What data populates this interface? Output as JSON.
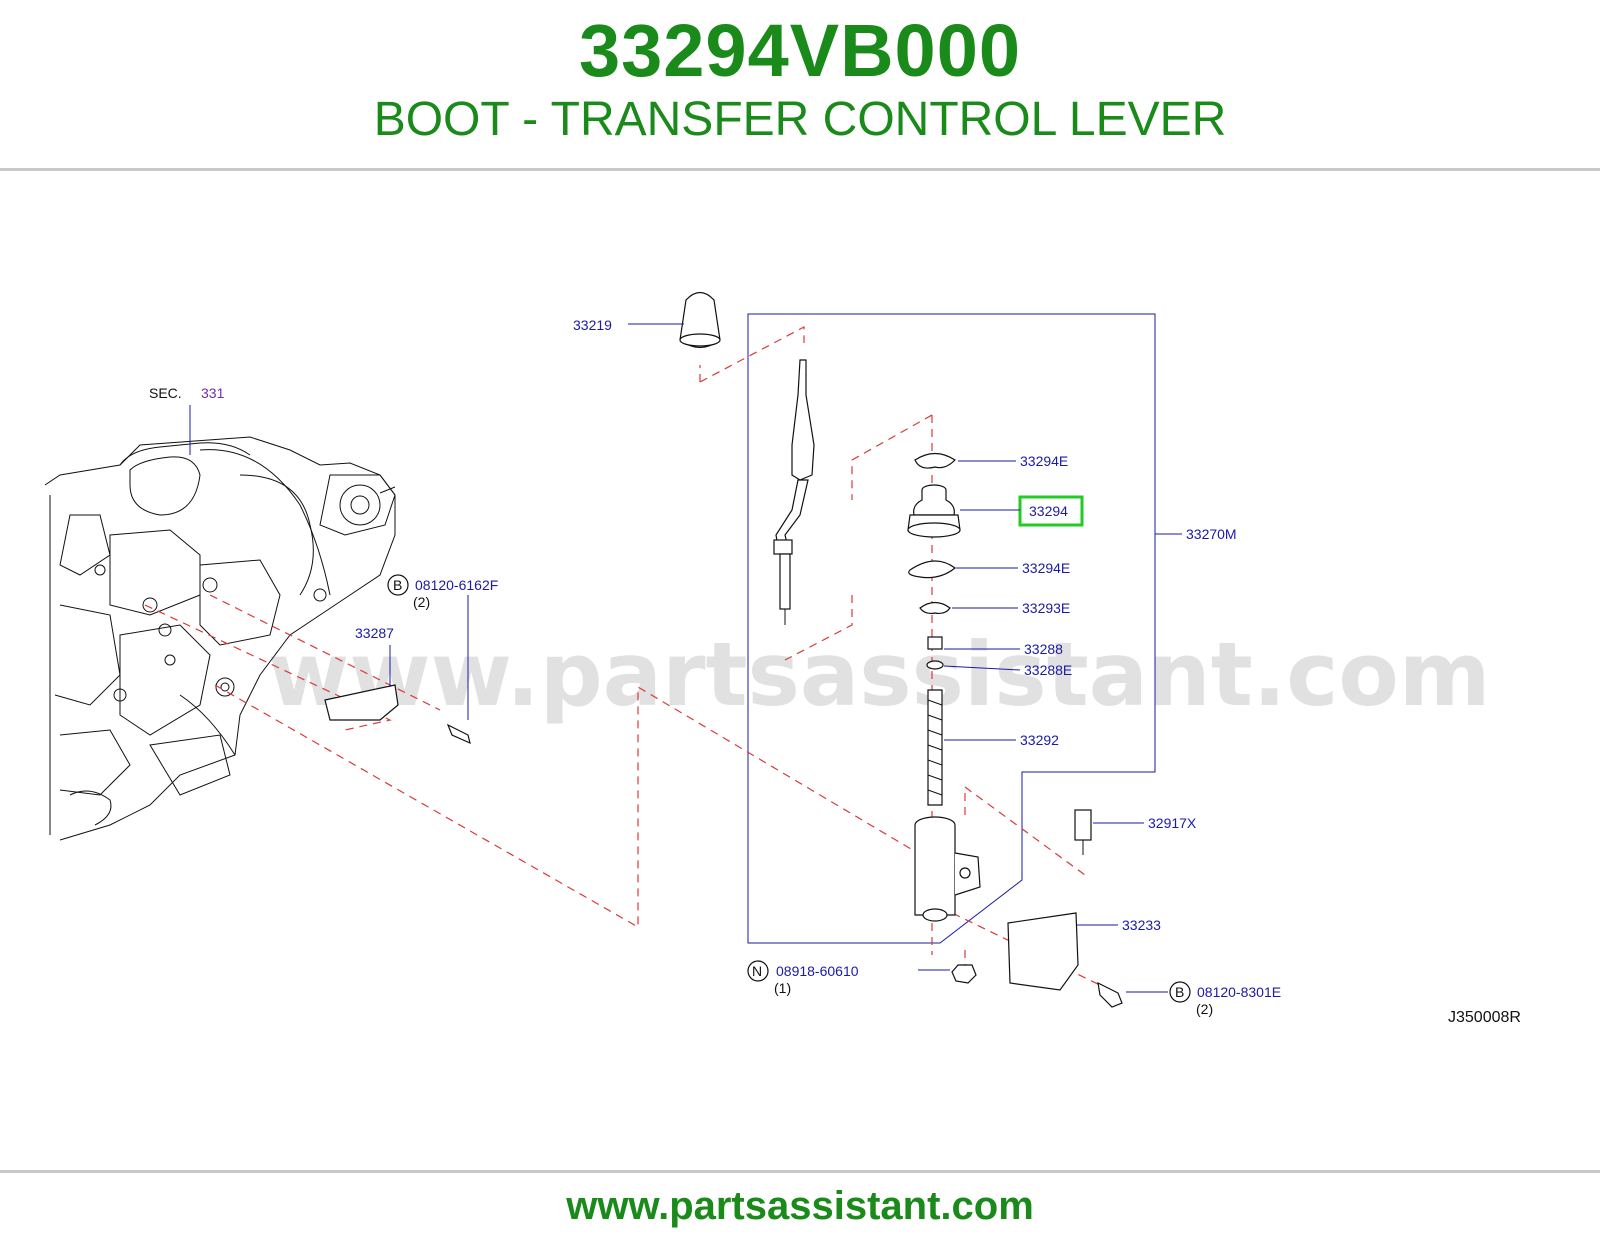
{
  "header": {
    "part_number": "33294VB000",
    "part_name": "BOOT - TRANSFER CONTROL LEVER"
  },
  "colors": {
    "brand_green": "#1a8a1a",
    "label_blue": "#1a1aa6",
    "dash_red": "#d93a3a",
    "highlight_green": "#22cc22"
  },
  "diagram": {
    "sec_label": "SEC.",
    "sec_number": "331",
    "watermark": "www.partsassistant.com",
    "drawing_code": "J350008R",
    "labels": {
      "p33219": "33219",
      "p33294e_top": "33294E",
      "p33294": "33294",
      "p33270m": "33270M",
      "p33294e_bottom": "33294E",
      "p33293e": "33293E",
      "p33288": "33288",
      "p33288e": "33288E",
      "p33292": "33292",
      "p32917x": "32917X",
      "p33233": "33233",
      "p33287": "33287",
      "bolt1_code": "08120-6162F",
      "bolt1_qty": "(2)",
      "bolt1_badge": "B",
      "nut_code": "08918-60610",
      "nut_qty": "(1)",
      "nut_badge": "N",
      "bolt2_code": "08120-8301E",
      "bolt2_qty": "(2)",
      "bolt2_badge": "B"
    }
  },
  "footer": {
    "url": "www.partsassistant.com"
  }
}
